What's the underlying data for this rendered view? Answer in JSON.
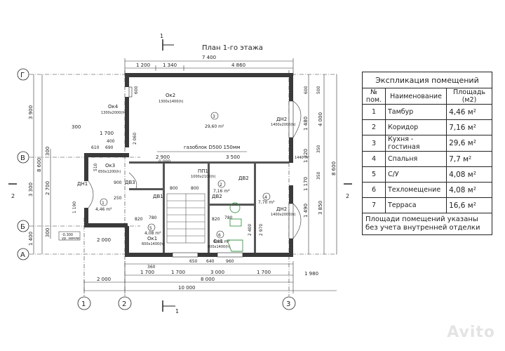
{
  "plan": {
    "title": "План 1-го этажа",
    "section_mark": "1",
    "left_section": "2",
    "right_section": "2",
    "axes": {
      "rows": [
        "Г",
        "В",
        "Б",
        "А"
      ],
      "cols": [
        "1",
        "2",
        "3"
      ]
    },
    "dims_top": [
      "7 400",
      "1 200",
      "1 340",
      "4 860"
    ],
    "dims_bottom": [
      "1 700",
      "1 700",
      "3 000",
      "1 700",
      "1 980",
      "2 000",
      "8 000",
      "10 000"
    ],
    "dims_bottom_small": [
      "360",
      "640",
      "960",
      "650"
    ],
    "dims_left": [
      "3 900",
      "3 300",
      "1 400",
      "8 600",
      "300",
      "2 700",
      "300"
    ],
    "dims_right": [
      "4 000",
      "3 850",
      "8 600",
      "1 480",
      "1 320",
      "1 170",
      "1 490"
    ],
    "inner_dims": [
      "300",
      "1 700",
      "610",
      "690",
      "400",
      "2 900",
      "3 500",
      "800",
      "800",
      "820",
      "820",
      "780",
      "780",
      "900",
      "250",
      "2 000",
      "2 400",
      "2 970",
      "2 060",
      "1 190",
      "350",
      "350",
      "500",
      "600",
      "600",
      "510"
    ],
    "room_numbers": [
      "1",
      "2",
      "3",
      "4",
      "5",
      "6"
    ],
    "areas": [
      "4,46 m²",
      "7,16 m²",
      "29,60 m²",
      "7,70 m²",
      "4,08 m²",
      "4,08 m²"
    ],
    "windows": [
      {
        "name": "Ок2",
        "size": "1300х1400(h)"
      },
      {
        "name": "Ок4",
        "size": "1300х2000(h)"
      },
      {
        "name": "Ок3",
        "size": "650х1200(h)"
      },
      {
        "name": "Ок1",
        "size": "600х1400(h)"
      },
      {
        "name": "Ок1",
        "size": "600х1400(h)"
      }
    ],
    "doors": [
      {
        "name": "ДН2",
        "size": "1400х2000(h)"
      },
      {
        "name": "ДН2",
        "size": "1400х2000(h)"
      },
      {
        "name": "ПП1",
        "size": "1000х2100(h)"
      },
      {
        "name": "ДН1",
        "size": ""
      },
      {
        "name": "ДВ3",
        "size": ""
      },
      {
        "name": "ДВ1",
        "size": ""
      },
      {
        "name": "ДВ2",
        "size": ""
      },
      {
        "name": "ДВ2",
        "size": ""
      }
    ],
    "gas_block": "газоблок D500 150мм",
    "level_mark": "0.000",
    "level_mark2": "-0,300",
    "level_note": "ур. земли",
    "small_label": "1440 m²"
  },
  "legend": {
    "title": "Экспликация помещений",
    "headers": [
      "№ пом.",
      "Наименование",
      "Площадь (м2)"
    ],
    "rows": [
      {
        "num": "1",
        "name": "Тамбур",
        "area": "4,46 м²"
      },
      {
        "num": "2",
        "name": "Коридор",
        "area": "7,16 м²"
      },
      {
        "num": "3",
        "name": "Кухня - гостиная",
        "area": "29,6 м²"
      },
      {
        "num": "4",
        "name": "Спальня",
        "area": "7,7 м²"
      },
      {
        "num": "5",
        "name": "С/У",
        "area": "4,08 м²"
      },
      {
        "num": "6",
        "name": "Техломещение",
        "area": "4,08 м²"
      },
      {
        "num": "7",
        "name": "Терраса",
        "area": "16,6 м²"
      }
    ],
    "note": "Площади помещений указаны без учета внутренней отделки"
  },
  "watermark": "Avito"
}
